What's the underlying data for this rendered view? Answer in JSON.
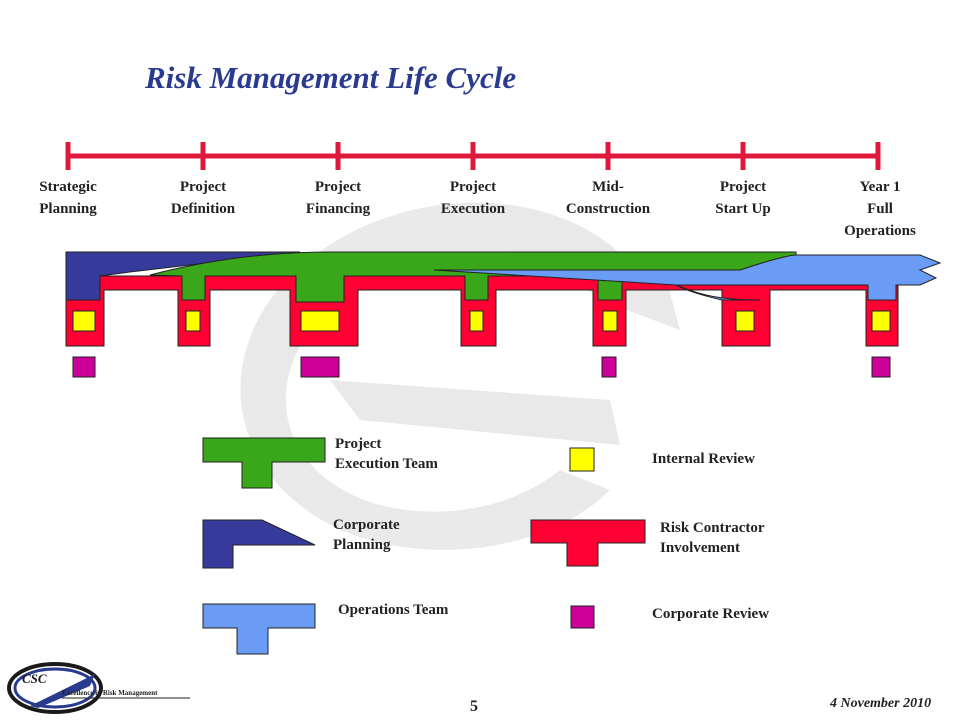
{
  "title": "Risk Management Life Cycle",
  "phases": [
    {
      "label": "Strategic\nPlanning"
    },
    {
      "label": "Project\nDefinition"
    },
    {
      "label": "Project\nFinancing"
    },
    {
      "label": "Project\nExecution"
    },
    {
      "label": "Mid-\nConstruction"
    },
    {
      "label": "Project\nStart Up"
    },
    {
      "label": "Year 1\nFull\nOperations"
    }
  ],
  "legend": {
    "project_execution_team": "Project\nExecution Team",
    "corporate_planning": "Corporate\nPlanning",
    "operations_team": "Operations Team",
    "internal_review": "Internal Review",
    "risk_contractor_involvement": "Risk Contractor\nInvolvement",
    "corporate_review": "Corporate Review"
  },
  "colors": {
    "title": "#2a3b8f",
    "timeline": "#e0193c",
    "project_execution_team": "#3aa61a",
    "corporate_planning": "#363a9a",
    "operations_team": "#6b9cf5",
    "internal_review": "#ffff00",
    "risk_contractor_involvement": "#ff0033",
    "corporate_review": "#cc0099"
  },
  "footer": {
    "logo": "CSC",
    "tagline": "Excellence in Risk Management",
    "page_number": "5",
    "date": "4 November 2010"
  }
}
